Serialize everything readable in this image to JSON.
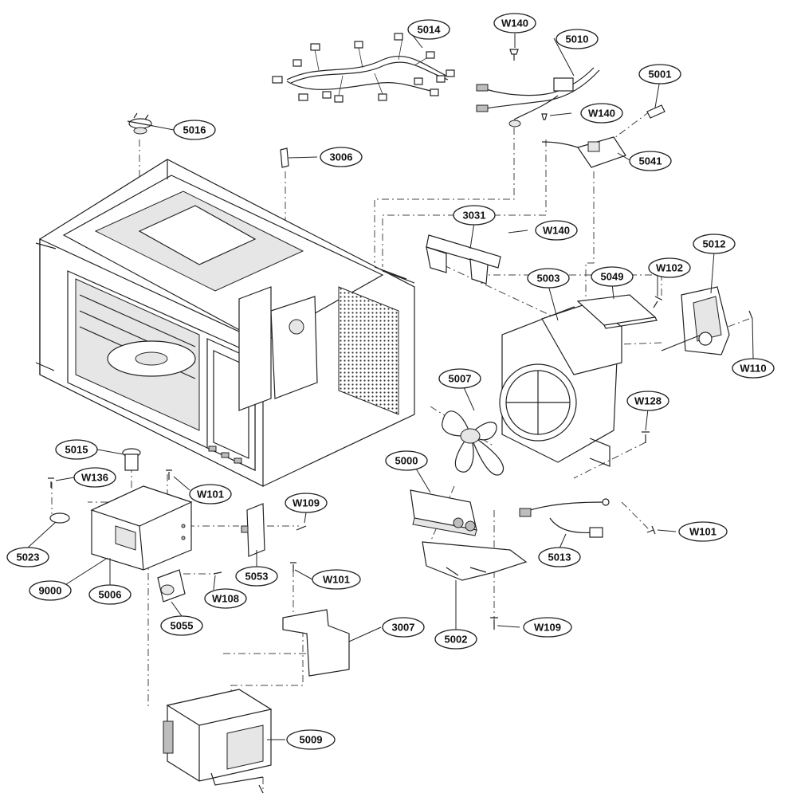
{
  "labels": {
    "c5014": "5014",
    "cW140a": "W140",
    "c5010": "5010",
    "c5001": "5001",
    "cW140b": "W140",
    "c5016": "5016",
    "c3006": "3006",
    "c5041": "5041",
    "c3031": "3031",
    "cW140c": "W140",
    "c5012": "5012",
    "c5003": "5003",
    "c5049": "5049",
    "cW102": "W102",
    "cW110": "W110",
    "c5007": "5007",
    "cW128": "W128",
    "c5015": "5015",
    "cW136": "W136",
    "cW101a": "W101",
    "c5000": "5000",
    "cW109a": "W109",
    "cW101b": "W101",
    "c5023": "5023",
    "c5013": "5013",
    "c5053": "5053",
    "c9000": "9000",
    "c5006": "5006",
    "cW101c": "W101",
    "cW108": "W108",
    "c5055": "5055",
    "c3007": "3007",
    "c5002": "5002",
    "cW109b": "W109",
    "c5009": "5009"
  }
}
